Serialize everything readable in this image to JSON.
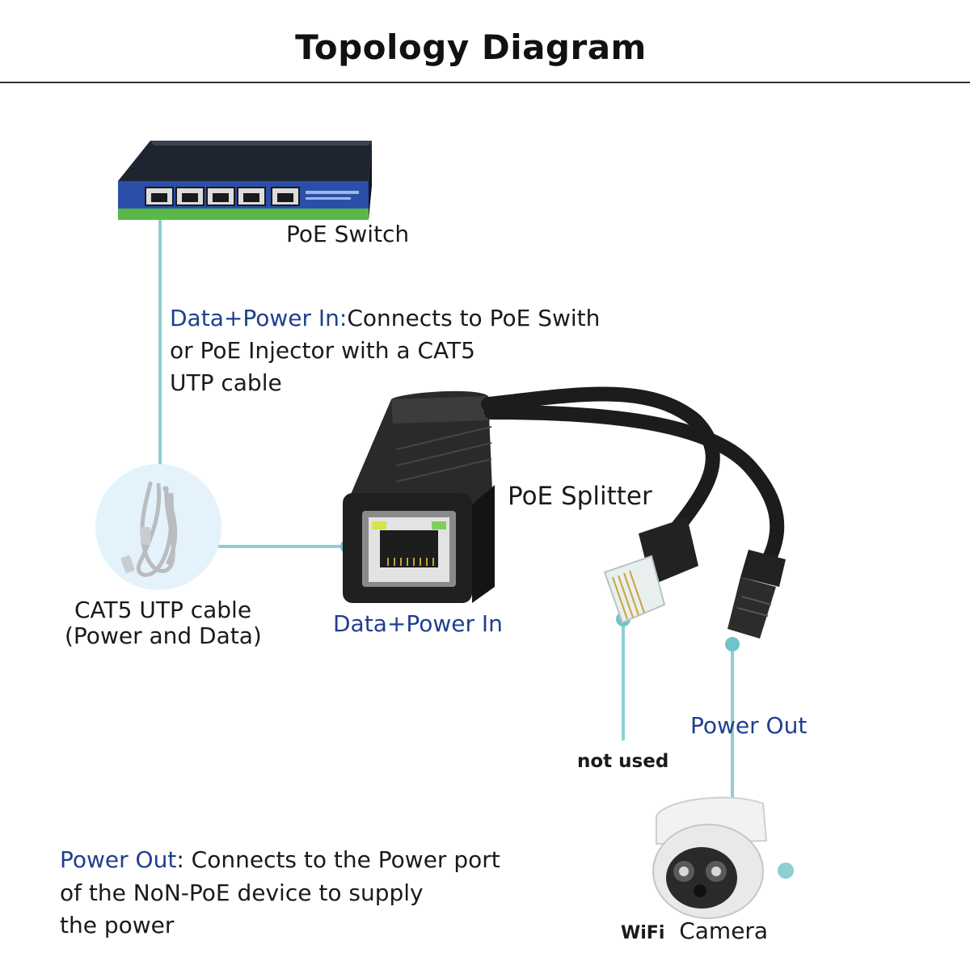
{
  "title": "Topology Diagram",
  "colors": {
    "link_line": "#8ecfd3",
    "link_dot": "#6fc4c9",
    "accent_text": "#1f3f8f"
  },
  "icons": [
    "poe-switch-icon",
    "poe-splitter-icon",
    "cat5-cable-icon",
    "rj45-plug-icon",
    "dc-barrel-plug-icon",
    "dome-camera-icon"
  ],
  "labels": {
    "poe_switch": "PoE Switch",
    "data_power_in_desc": {
      "highlight": "Data+Power In:",
      "line1_rest": "Connects to PoE Swith",
      "line2": "or PoE Injector with a CAT5",
      "line3": "UTP cable"
    },
    "poe_splitter": "PoE Splitter",
    "cat5_line1": "CAT5 UTP cable",
    "cat5_line2": "(Power and Data)",
    "data_power_in": "Data+Power In",
    "power_out": "Power Out",
    "not_used": "not used",
    "power_out_desc": {
      "highlight": "Power Out",
      "line1_rest": ": Connects to the Power port",
      "line2": "of the NoN-PoE device to supply",
      "line3": "the power"
    },
    "camera_prefix": "WiFi",
    "camera": "Camera"
  }
}
